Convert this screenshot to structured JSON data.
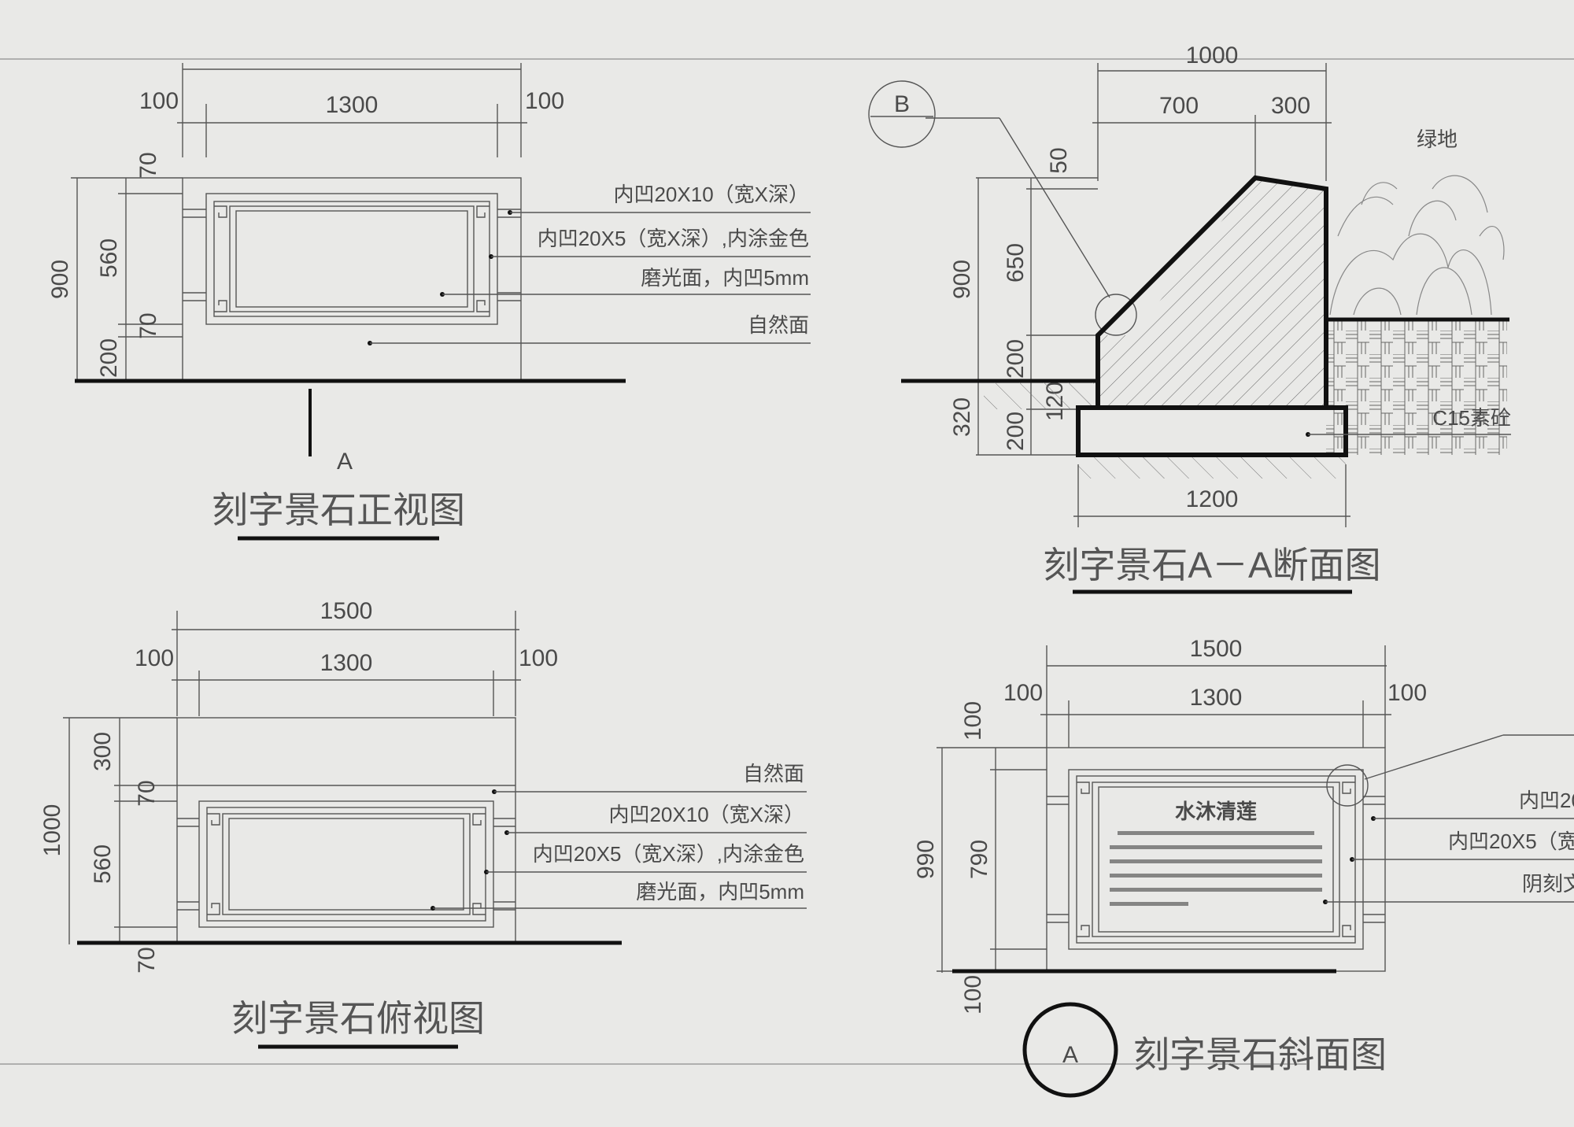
{
  "colors": {
    "paper": "#e9e9e7",
    "line": "#555555",
    "heavy": "#111111"
  },
  "front_view": {
    "title": "刻字景石正视图",
    "dims": {
      "d100a": "100",
      "d1300": "1300",
      "d100b": "100",
      "d70a": "70",
      "d560": "560",
      "d900": "900",
      "d70b": "70",
      "d200": "200"
    },
    "notes": [
      "内凹20X10（宽X深）",
      "内凹20X5（宽X深）,内涂金色",
      "磨光面，内凹5mm",
      "自然面"
    ],
    "section_mark": "A"
  },
  "section_view": {
    "title": "刻字景石A－A断面图",
    "detail_mark": "B",
    "dims": {
      "top": "1000",
      "d700": "700",
      "d300": "300",
      "d50": "50",
      "d650": "650",
      "d900": "900",
      "d200": "200",
      "d120": "120",
      "d320": "320",
      "d200b": "200",
      "d1200": "1200"
    },
    "labels": {
      "green": "绿地",
      "concrete": "C15素砼"
    }
  },
  "top_view": {
    "title": "刻字景石俯视图",
    "dims": {
      "d1500": "1500",
      "d100a": "100",
      "d1300": "1300",
      "d100b": "100",
      "d300": "300",
      "d70a": "70",
      "d1000": "1000",
      "d560": "560",
      "d70b": "70"
    },
    "notes": [
      "自然面",
      "内凹20X10（宽X深）",
      "内凹20X5（宽X深）,内涂金色",
      "磨光面，内凹5mm"
    ]
  },
  "slope_view": {
    "title": "刻字景石斜面图",
    "section_mark": "A",
    "dims": {
      "d1500": "1500",
      "d100a": "100",
      "d1300": "1300",
      "d100b": "100",
      "d100c": "100",
      "d990": "990",
      "d790": "790",
      "d100d": "100"
    },
    "notes": [
      "内凹20",
      "内凹20X5（宽",
      "阴刻文"
    ],
    "plaque_title": "水沐清莲"
  }
}
